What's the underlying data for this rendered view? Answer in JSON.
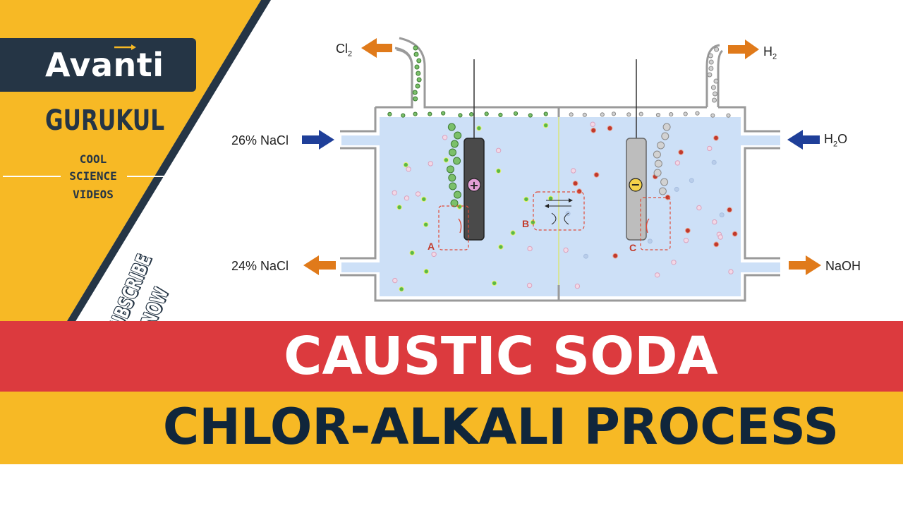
{
  "brand": {
    "name": "Avanti",
    "sub": "GURUKUL",
    "tagline": [
      "COOL",
      "SCIENCE",
      "VIDEOS"
    ],
    "subscribe": "SUBSCRIBE NOW"
  },
  "diagram": {
    "gases": {
      "left": "Cl",
      "left_sub": "2",
      "right": "H",
      "right_sub": "2"
    },
    "inputs": {
      "left": "26% NaCl",
      "right_prefix": "H",
      "right_sub": "2",
      "right_suffix": "O"
    },
    "outputs": {
      "left": "24% NaCl",
      "right": "NaOH"
    },
    "zones": {
      "a": "A",
      "b": "B",
      "c": "C"
    },
    "electrodes": {
      "anode_sign": "+",
      "cathode_sign": "−"
    }
  },
  "title": {
    "line1": "CAUSTIC SODA",
    "line2": "CHLOR-ALKALI PROCESS"
  },
  "colors": {
    "navy": "#253545",
    "yellow": "#f7b925",
    "red": "#dc3a3e",
    "title_dark": "#10263b",
    "water": "#cde0f7",
    "arrow_orange": "#e07a1a",
    "arrow_blue": "#1f3f99",
    "chlorine_green": "#5ab84a",
    "sodium_pink": "#d9a3bf"
  }
}
